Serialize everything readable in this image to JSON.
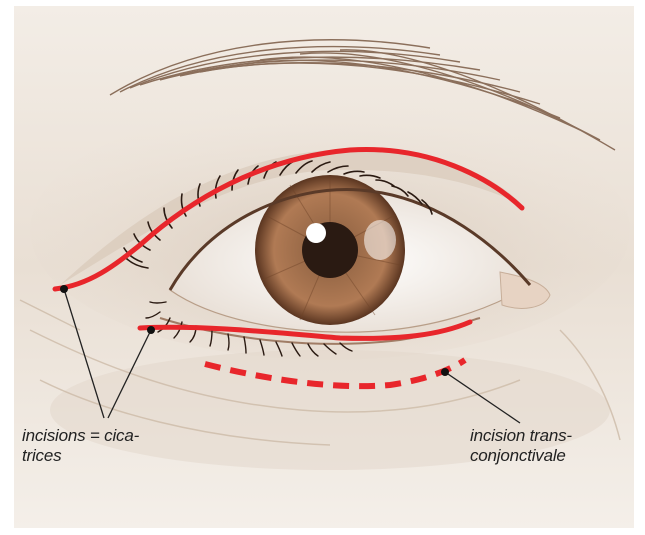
{
  "labels": {
    "incisions_line1": "incisions = cica-",
    "incisions_line2": "trices",
    "transconj_line1": "incision trans-",
    "transconj_line2": "conjonctivale"
  },
  "colors": {
    "incision_red": "#e8262b",
    "skin": "#ede4da",
    "iris": "#8a5a3a",
    "pupil": "#2a1a12",
    "leader": "#222222"
  }
}
